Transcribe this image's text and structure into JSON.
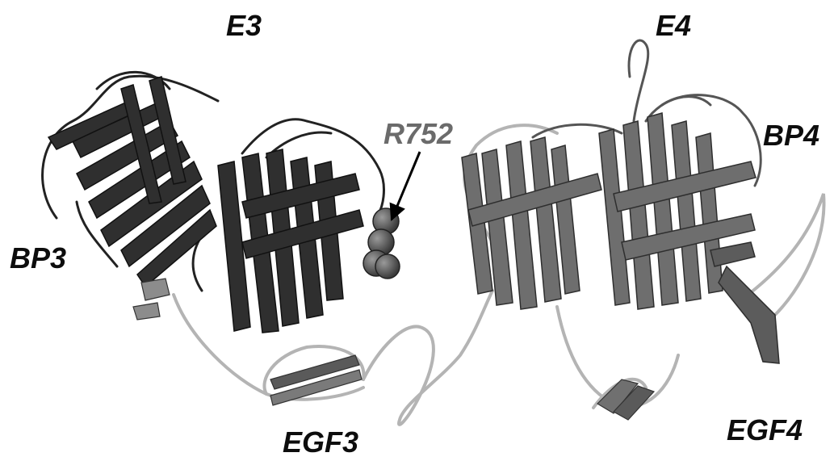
{
  "labels": {
    "e3": "E3",
    "e4": "E4",
    "r752": "R752",
    "bp3": "BP3",
    "bp4": "BP4",
    "egf3": "EGF3",
    "egf4": "EGF4"
  },
  "colors": {
    "dark_domain": "#2f2f2f",
    "light_domain": "#707070",
    "linker": "#b8b8b8",
    "residue_sphere": "#555555",
    "label_dark": "#0d0d0d",
    "label_grey": "#6b6b6b"
  }
}
